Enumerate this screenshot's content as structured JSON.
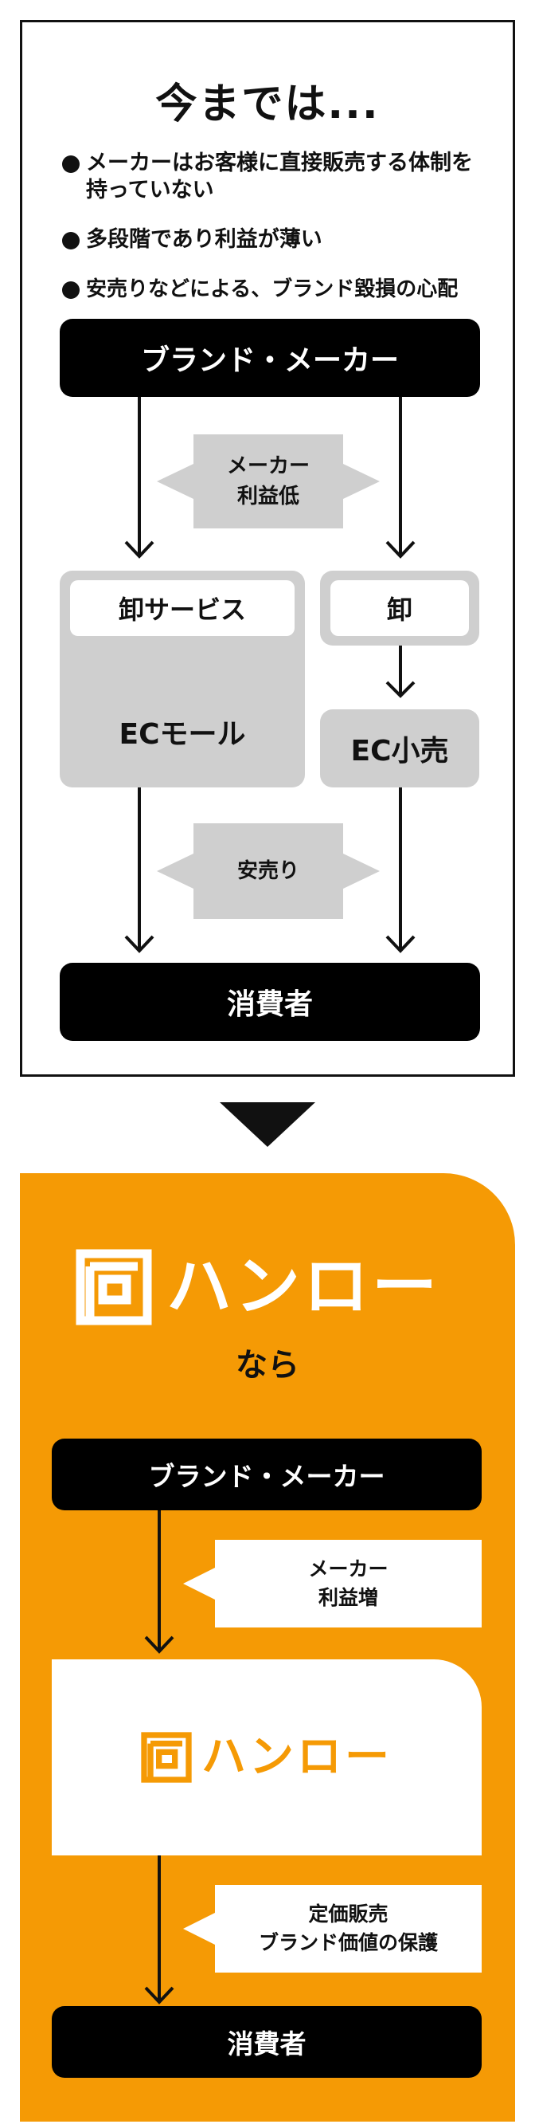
{
  "before": {
    "title": "今までは...",
    "bullets": [
      "メーカーはお客様に直接販売する体制を持っていない",
      "多段階であり利益が薄い",
      "安売りなどによる、ブランド毀損の心配"
    ],
    "brand_maker": "ブランド・メーカー",
    "note_low_profit": "メーカー\n利益低",
    "oroshi_service": "卸サービス",
    "ec_mall": "ECモール",
    "oroshi": "卸",
    "ec_retail": "EC小売",
    "note_discount": "安売り",
    "consumer": "消費者"
  },
  "after": {
    "brand_name": "ハンロー",
    "nara": "なら",
    "brand_maker": "ブランド・メーカー",
    "note_profit_up": "メーカー\n利益増",
    "note_protect": "定価販売\nブランド価値の保護",
    "consumer": "消費者"
  },
  "colors": {
    "accent_orange": "#f59a05",
    "gray": "#cfcfcf",
    "black": "#000000"
  }
}
